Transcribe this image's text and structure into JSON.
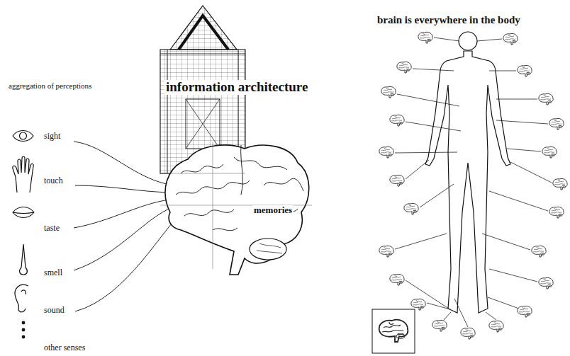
{
  "diagram": {
    "labels": [
      "information architecture",
      "memories",
      "brain is everywhere in the body",
      "aggregation of perceptions",
      "sight",
      "touch",
      "taste",
      "smell",
      "sound",
      "other senses"
    ]
  }
}
